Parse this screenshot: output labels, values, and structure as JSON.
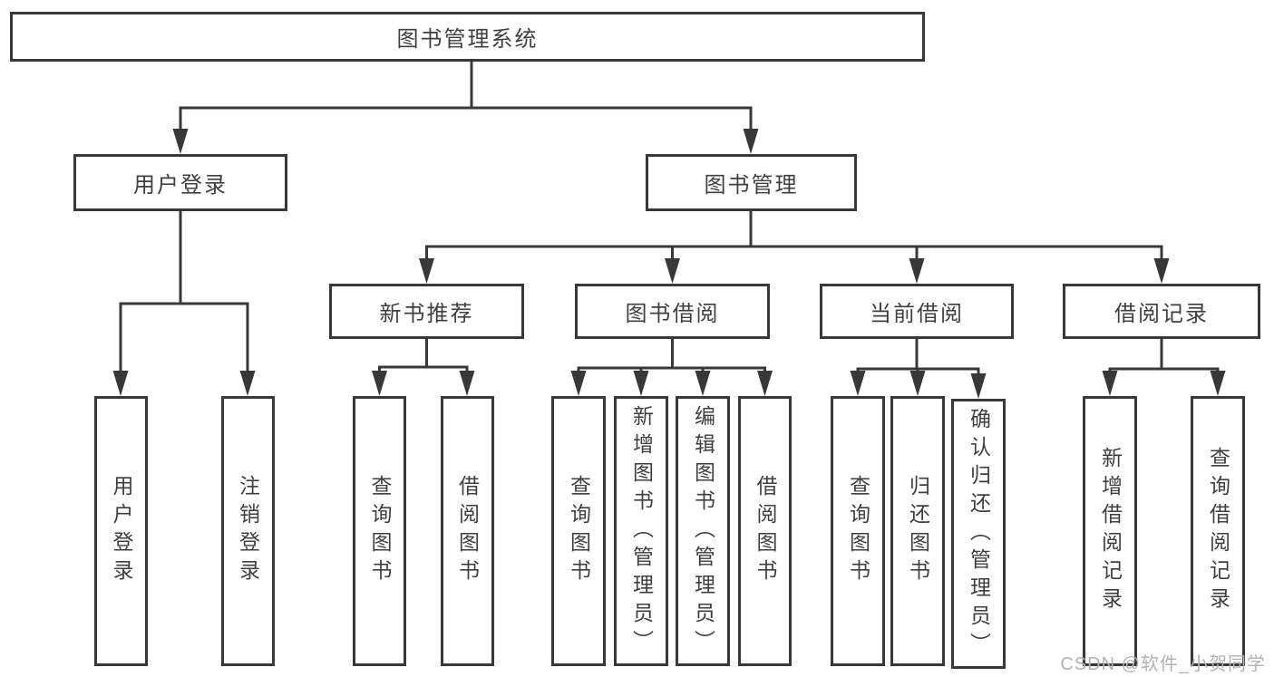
{
  "root": {
    "label": "图书管理系统"
  },
  "level2": {
    "user_login": {
      "label": "用户登录"
    },
    "book_mgmt": {
      "label": "图书管理"
    }
  },
  "level3": {
    "new_book": {
      "label": "新书推荐"
    },
    "book_borrow": {
      "label": "图书借阅"
    },
    "current_borrow": {
      "label": "当前借阅"
    },
    "borrow_record": {
      "label": "借阅记录"
    }
  },
  "leaves": {
    "user_login": [
      "用户登录",
      "注销登录"
    ],
    "new_book": [
      "查询图书",
      "借阅图书"
    ],
    "book_borrow": [
      "查询图书",
      "新增图书（管理员）",
      "编辑图书（管理员）",
      "借阅图书"
    ],
    "current_borrow": [
      "查询图书",
      "归还图书",
      "确认归还（管理员）"
    ],
    "borrow_record": [
      "新增借阅记录",
      "查询借阅记录"
    ]
  },
  "watermark": {
    "text": "CSDN @软件_小贺同学",
    "color": "#b2b2b2"
  },
  "colors": {
    "line": "#383838",
    "text": "#3f3f3f",
    "box_background": "#ffffff",
    "page_background": "#ffffff"
  }
}
